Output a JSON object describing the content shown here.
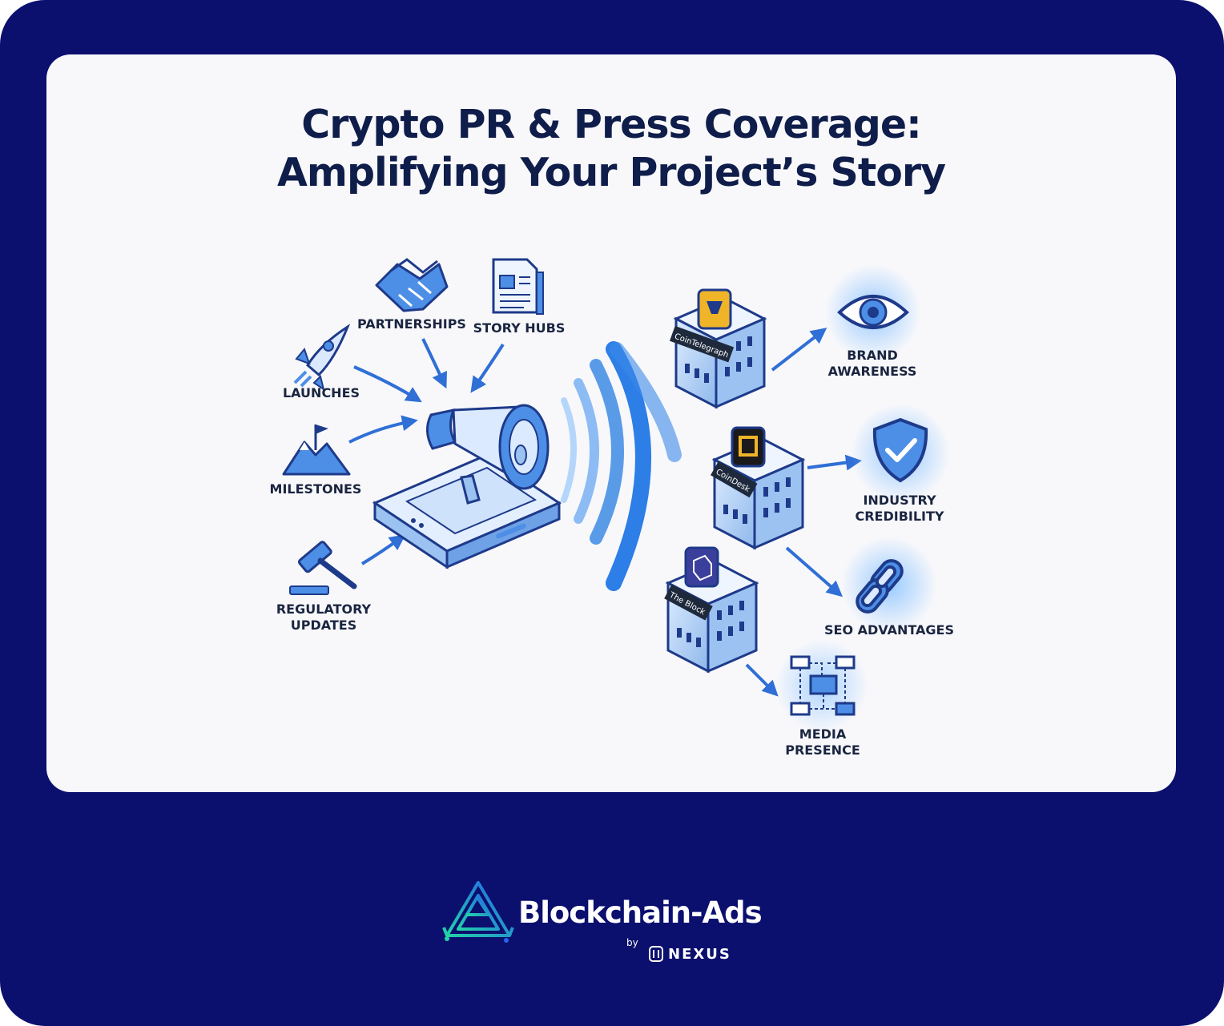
{
  "title": {
    "line1": "Crypto PR & Press Coverage:",
    "line2": "Amplifying Your Project’s Story"
  },
  "inputs": {
    "partnerships": "PARTNERSHIPS",
    "story_hubs": "STORY HUBS",
    "launches": "LAUNCHES",
    "milestones": "MILESTONES",
    "regulatory_1": "REGULATORY",
    "regulatory_2": "UPDATES"
  },
  "outlets": {
    "outlet1": "CoinTelegraph",
    "outlet2": "CoinDesk",
    "outlet3": "The Block"
  },
  "outcomes": {
    "brand_1": "BRAND",
    "brand_2": "AWARENESS",
    "credibility_1": "INDUSTRY",
    "credibility_2": "CREDIBILITY",
    "seo": "SEO ADVANTAGES",
    "media_1": "MEDIA",
    "media_2": "PRESENCE"
  },
  "footer": {
    "brand_name": "Blockchain-Ads",
    "by": "by",
    "partner": "NEXUS"
  },
  "colors": {
    "frame": "#0b0f6e",
    "card": "#f8f8fb",
    "title": "#0f1d4a",
    "accent": "#2f7de1",
    "accent_dark": "#1e3a8a",
    "logo_gradient_start": "#22d3a6",
    "logo_gradient_end": "#2563eb"
  },
  "icons": [
    "handshake-icon",
    "document-icon",
    "rocket-icon",
    "mountain-flag-icon",
    "gavel-icon",
    "megaphone-icon",
    "eye-icon",
    "shield-check-icon",
    "chain-link-icon",
    "network-icon",
    "building-icon"
  ]
}
